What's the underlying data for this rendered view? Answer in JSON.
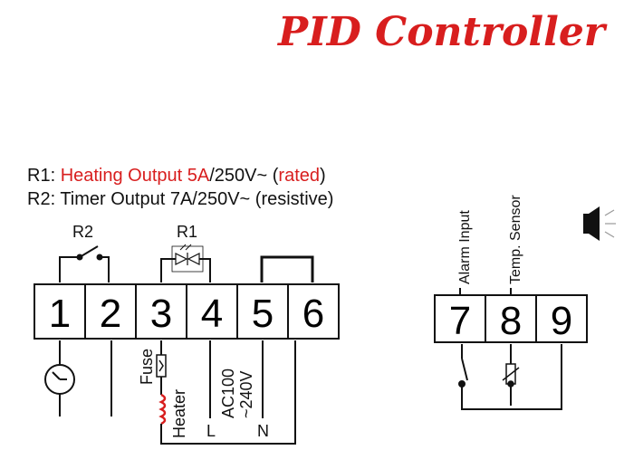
{
  "title": "PID Controller",
  "legend": {
    "r1": {
      "prefix": "R1: ",
      "highlight": "Heating Output 5A",
      "mid": "/250V~ (",
      "note": "rated",
      "suffix": ")"
    },
    "r2": {
      "text": "R2: Timer Output 7A/250V~ (resistive)"
    }
  },
  "relays": {
    "r2": "R2",
    "r1": "R1"
  },
  "terminals_left": [
    "1",
    "2",
    "3",
    "4",
    "5",
    "6"
  ],
  "terminals_right": [
    "7",
    "8",
    "9"
  ],
  "labels": {
    "fuse": "Fuse",
    "heater": "Heater",
    "l": "L",
    "n": "N",
    "ac_line1": "AC100",
    "ac_line2": "~240V",
    "alarm_input": "Alarm Input",
    "temp_sensor": "Temp. Sensor"
  },
  "icons": [
    "clock-icon",
    "speaker-icon",
    "switch-icon",
    "thermistor-icon",
    "fuse-icon",
    "heater-coil-icon",
    "ssr-icon"
  ],
  "colors": {
    "accent": "#d81e1e",
    "line": "#111111"
  }
}
